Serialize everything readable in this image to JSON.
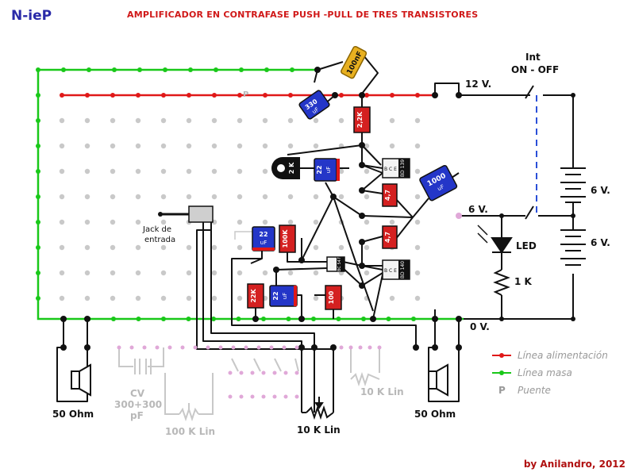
{
  "header": {
    "brand": "N-ieP",
    "title": "AMPLIFICADOR  EN CONTRAFASE PUSH -PULL DE TRES TRANSISTORES"
  },
  "footer": {
    "credit": "by Anilandro, 2012"
  },
  "colors": {
    "power_rail": "#e01818",
    "ground_rail": "#19c819",
    "hole": "#c9c9c9",
    "wire": "#111111",
    "faded": "#c8c8c8",
    "faded_dot": "#e0a8d8",
    "switch_dash": "#2a4fd8",
    "capacitor": "#2436c8",
    "resistor": "#d42020",
    "transistor": "#111111",
    "ceramic_cap": "#e8b020",
    "brand": "#2a2aa8",
    "title": "#d01818"
  },
  "labels": {
    "v12": "12 V.",
    "v6a": "6 V.",
    "v6b": "6 V.",
    "v6c": "6 V.",
    "v0": "0 V.",
    "int_line1": "Int",
    "int_line2": "ON - OFF",
    "led": "LED",
    "r1k": "1 K",
    "jack_line1": "Jack de",
    "jack_line2": "entrada",
    "ohm_left": "50 Ohm",
    "ohm_right": "50 Ohm",
    "cv_line1": "CV",
    "cv_line2": "300+300",
    "cv_line3": "pF",
    "pot100k": "100 K Lin",
    "pot10k_main": "10 K Lin",
    "pot10k_faded": "10 K Lin",
    "puente_tag": "P"
  },
  "legend": [
    {
      "label": "Línea alimentación",
      "color": "#e01818",
      "kind": "line"
    },
    {
      "label": "Línea masa",
      "color": "#19c819",
      "kind": "line"
    },
    {
      "label": "Puente",
      "color": "#999999",
      "kind": "letter",
      "letter": "P"
    }
  ],
  "components": {
    "c_100nf": "100nF",
    "c_330": "330",
    "c_330_unit": "uF",
    "r_2k2": "2,2K",
    "pot_2k": "2 K",
    "c_22_a": "22",
    "c_22_a_unit": "uF",
    "t_top": "BD 139",
    "c_1000": "1000",
    "c_1000_unit": "uF",
    "r_47_a": "4,7",
    "r_47_b": "4,7",
    "t_bot": "BD 140",
    "c_22_b": "22",
    "c_22_b_unit": "uF",
    "r_100k": "100K",
    "t_small": "BC 547",
    "r_22k": "22K",
    "c_22_c": "22",
    "c_22_c_unit": "uF",
    "r_100": "100",
    "puente": "P"
  }
}
